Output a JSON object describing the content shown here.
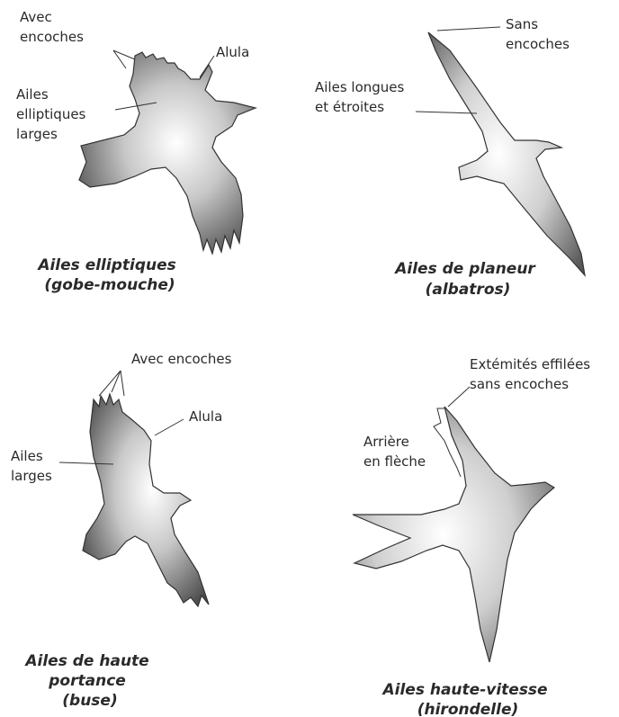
{
  "panels": {
    "flycatcher": {
      "caption": [
        "Ailes elliptiques",
        "(gobe-mouche)"
      ],
      "labels": {
        "notches": [
          "Avec",
          "encoches"
        ],
        "alula": "Alula",
        "wing": [
          "Ailes",
          "elliptiques",
          "larges"
        ]
      }
    },
    "albatross": {
      "caption": [
        "Ailes de planeur",
        "(albatros)"
      ],
      "labels": {
        "no_notches": [
          "Sans",
          "encoches"
        ],
        "wing": [
          "Ailes longues",
          "et étroites"
        ]
      }
    },
    "buzzard": {
      "caption": [
        "Ailes de haute",
        "portance",
        "(buse)"
      ],
      "labels": {
        "notches": "Avec encoches",
        "alula": "Alula",
        "wing": [
          "Ailes",
          "larges"
        ]
      }
    },
    "swallow": {
      "caption": [
        "Ailes haute-vitesse",
        "(hirondelle)"
      ],
      "labels": {
        "tips": [
          "Extémités effilées",
          "sans encoches"
        ],
        "swept": [
          "Arrière",
          "en flèche"
        ]
      }
    }
  }
}
